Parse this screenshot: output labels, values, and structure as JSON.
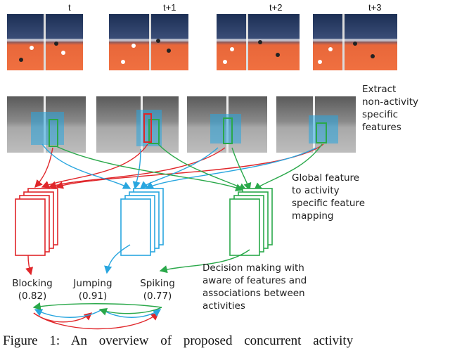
{
  "frames": {
    "labels": [
      "t",
      "t+1",
      "t+2",
      "t+3"
    ]
  },
  "text": {
    "extract": [
      "Extract",
      "non-activity",
      "specific",
      "features"
    ],
    "global": [
      "Global feature",
      "to activity",
      "specific feature",
      "mapping"
    ],
    "decision": [
      "Decision making with",
      "aware of features and",
      "associations between",
      "activities"
    ]
  },
  "activities": [
    {
      "name": "Blocking",
      "score": "(0.82)"
    },
    {
      "name": "Jumping",
      "score": "(0.91)"
    },
    {
      "name": "Spiking",
      "score": "(0.77)"
    }
  ],
  "colors": {
    "blocking": "#e0262a",
    "jumping": "#29a6df",
    "spiking": "#2aa84a",
    "court": "#ef6a3a",
    "crowd": "#1c2f54"
  },
  "caption": "Figure 1: An overview of proposed concurrent activity"
}
